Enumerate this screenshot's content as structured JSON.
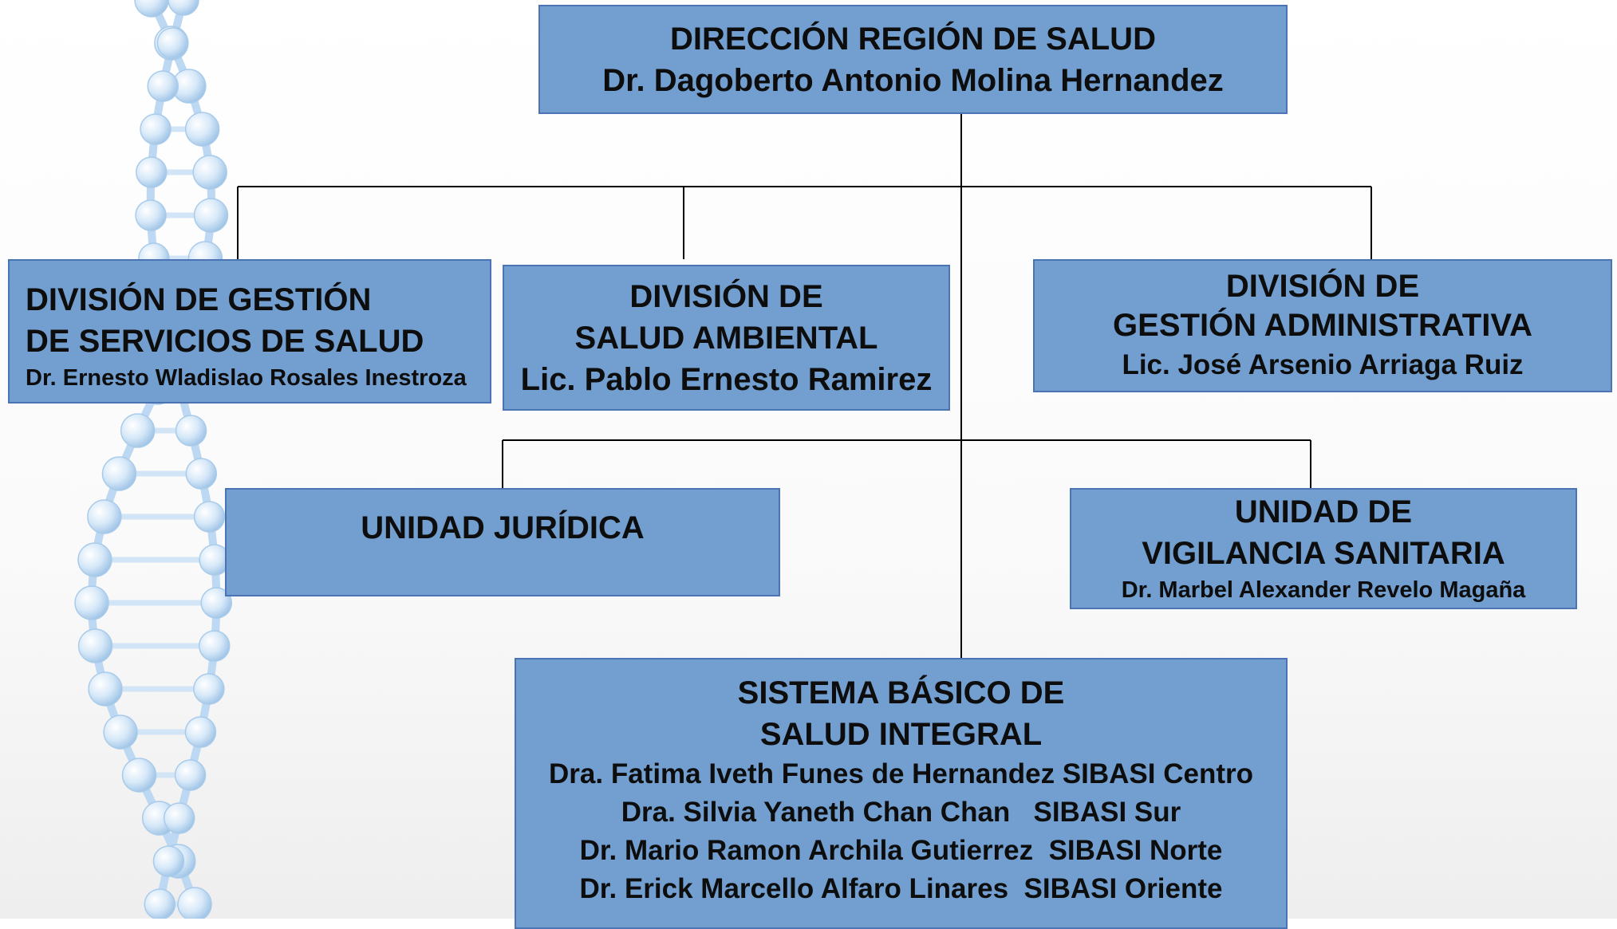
{
  "direccion": {
    "title": "DIRECCIÓN REGIÓN DE SALUD",
    "head": "Dr. Dagoberto Antonio Molina Hernandez"
  },
  "division_servicios": {
    "title_1": "DIVISIÓN DE GESTIÓN",
    "title_2": "DE SERVICIOS DE SALUD",
    "head": "Dr. Ernesto Wladislao Rosales Inestroza"
  },
  "division_ambiental": {
    "title_1": "DIVISIÓN DE",
    "title_2": "SALUD AMBIENTAL",
    "head": "Lic. Pablo Ernesto Ramirez"
  },
  "division_administrativa": {
    "title_1": "DIVISIÓN DE",
    "title_2": "GESTIÓN ADMINISTRATIVA",
    "head": "Lic. José Arsenio Arriaga Ruiz"
  },
  "unidad_juridica": {
    "title": "UNIDAD JURÍDICA"
  },
  "unidad_vigilancia": {
    "title_1": "UNIDAD DE",
    "title_2": "VIGILANCIA SANITARIA",
    "head": "Dr. Marbel Alexander Revelo Magaña"
  },
  "sibasi": {
    "title_1": "SISTEMA BÁSICO DE",
    "title_2": "SALUD INTEGRAL",
    "members": [
      "Dra. Fatima Iveth Funes de Hernandez SIBASI Centro",
      "Dra. Silvia Yaneth Chan Chan   SIBASI Sur",
      "Dr. Mario Ramon Archila Gutierrez  SIBASI Norte",
      "Dr. Erick Marcello Alfaro Linares  SIBASI Oriente"
    ]
  },
  "colors": {
    "box_fill": "#729fcf",
    "box_border": "#4a74b4",
    "connector": "#000000",
    "dna_strand": "#bcd8f2"
  }
}
